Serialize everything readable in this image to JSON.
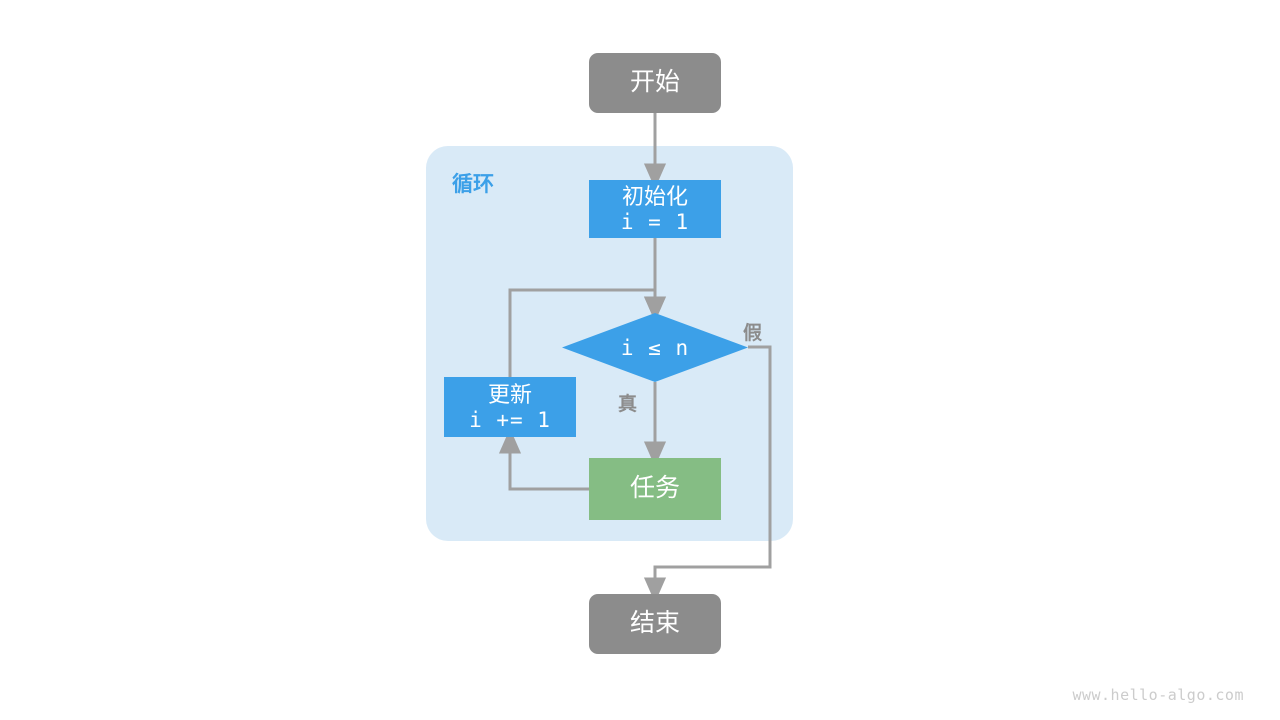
{
  "diagram": {
    "title": "for-loop-flowchart",
    "watermark": "www.hello-algo.com",
    "colors": {
      "terminal": "#8c8c8c",
      "process": "#3ca0e8",
      "task": "#85bd84",
      "container": "#d9eaf7",
      "wire": "#a0a0a0",
      "label": "#8c8c8c",
      "container_label": "#3ca0e8",
      "watermark": "#cccccc"
    },
    "container": {
      "label": "循环"
    },
    "nodes": {
      "start": {
        "label": "开始",
        "shape": "rounded-rectangle"
      },
      "init": {
        "line1": "初始化",
        "line2": "i = 1",
        "shape": "rectangle"
      },
      "condition": {
        "label": "i ≤ n",
        "shape": "diamond"
      },
      "update": {
        "line1": "更新",
        "line2": "i += 1",
        "shape": "rectangle"
      },
      "task": {
        "label": "任务",
        "shape": "rectangle"
      },
      "end": {
        "label": "结束",
        "shape": "rounded-rectangle"
      }
    },
    "edges": {
      "true_label": "真",
      "false_label": "假"
    }
  }
}
